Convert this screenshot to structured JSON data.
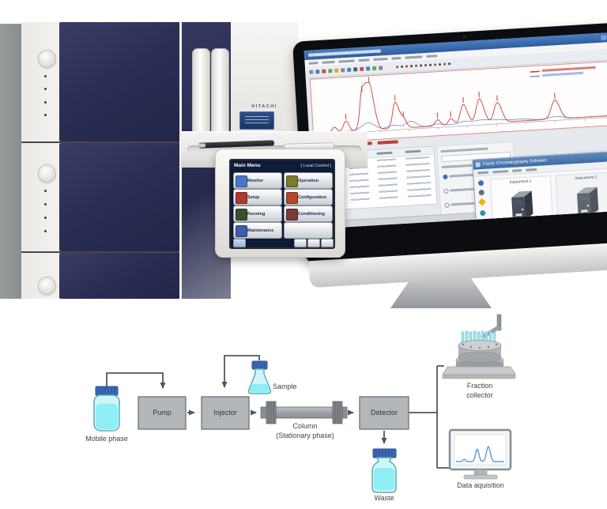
{
  "colors": {
    "navy_door": "#2b2e55",
    "titlebar_blue": "#3a6ea5",
    "chromatogram_red": "#cf5148",
    "chromatogram_blue": "#6b8fd4",
    "mini_trace_blue": "#5b9bd5",
    "diagram_box_fill": "#b4b7ba",
    "diagram_line": "#4d5760",
    "liquid_cyan": "#8feef3",
    "cap_blue": "#3e68b5"
  },
  "photo": {
    "brand_label": "HITACHI",
    "touchscreen": {
      "title": "Main Menu",
      "mode": "[ Local Control ]",
      "menu_left": [
        "Monitor",
        "Setup",
        "Running",
        "Maintenance"
      ],
      "menu_right": [
        "Operation",
        "Configuration",
        "Conditioning"
      ]
    },
    "popup": {
      "title": "Clarity Chromatography Software",
      "instrument_1": "Instrument 1",
      "instrument_2": "Instrument 2"
    }
  },
  "diagram": {
    "mobile_phase": "Mobile phase",
    "pump": "Pump",
    "injector": "Injector",
    "sample": "Sample",
    "column_line1": "Column",
    "column_line2": "(Stationary phase)",
    "detector": "Detector",
    "waste": "Waste",
    "fraction_line1": "Fraction",
    "fraction_line2": "collector",
    "data_acquisition": "Data aquisition"
  },
  "chart_data": [
    {
      "type": "line",
      "title": "",
      "xlabel": "",
      "ylabel": "",
      "x_range": [
        0,
        100
      ],
      "y_range": [
        0,
        100
      ],
      "grid": false,
      "legend_position": "top-right",
      "note": "chromatogram on desktop monitor; peaks as [center_pct, height_pct, width]",
      "series": [
        {
          "name": "detector_trace_red",
          "color": "#cf5148",
          "peaks": [
            [
              5,
              10,
              0.8
            ],
            [
              9,
              22,
              0.9
            ],
            [
              15,
              78,
              1.1
            ],
            [
              17.5,
              100,
              1.2
            ],
            [
              26,
              55,
              1.1
            ],
            [
              28.5,
              20,
              0.9
            ],
            [
              40,
              13,
              0.9
            ],
            [
              44.5,
              14,
              0.9
            ],
            [
              49,
              42,
              1.2
            ],
            [
              54.5,
              52,
              1.3
            ],
            [
              60.5,
              42,
              1.3
            ],
            [
              80,
              40,
              1.4
            ]
          ]
        },
        {
          "name": "overlay_trace_blue",
          "color": "#6b8fd4",
          "peaks": [
            [
              15,
              9,
              1.6
            ],
            [
              17.5,
              11,
              1.6
            ],
            [
              25,
              7,
              2
            ],
            [
              31,
              13,
              1.8
            ],
            [
              40,
              4,
              2
            ],
            [
              49,
              6,
              2.2
            ],
            [
              55,
              7,
              2.5
            ],
            [
              61,
              5,
              2.5
            ],
            [
              68,
              4,
              3
            ],
            [
              80,
              5,
              2.5
            ]
          ]
        }
      ]
    },
    {
      "type": "line",
      "title": "",
      "x_range": [
        0,
        100
      ],
      "y_range": [
        0,
        100
      ],
      "note": "mini chromatogram on data-acquisition monitor in flow diagram",
      "series": [
        {
          "name": "mini_monitor_trace",
          "color": "#5b9bd5",
          "peaks": [
            [
              17,
              10,
              3
            ],
            [
              44,
              58,
              3.5
            ],
            [
              67,
              70,
              4
            ]
          ]
        }
      ]
    }
  ]
}
